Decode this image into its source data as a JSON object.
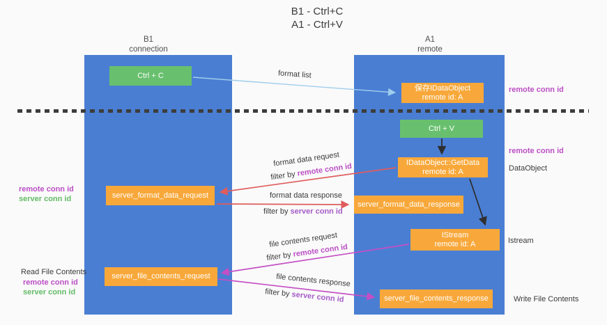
{
  "title": {
    "line1": "B1 - Ctrl+C",
    "line2": "A1 - Ctrl+V"
  },
  "columns": {
    "left": {
      "name": "B1",
      "role": "connection"
    },
    "right": {
      "name": "A1",
      "role": "remote"
    }
  },
  "nodes": {
    "ctrl_c": "Ctrl + C",
    "ctrl_v": "Ctrl + V",
    "save_dataobject": {
      "line1": "保存IDataObject",
      "line2": "remote id: A"
    },
    "getdata": {
      "line1": "IDataObject::GetData",
      "line2": "remote id: A"
    },
    "istream": {
      "line1": "IStream",
      "line2": "remote id: A"
    },
    "format_request": "server_format_data_request",
    "format_response": "server_format_data_response",
    "file_request": "server_file_contents_request",
    "file_response": "server_file_contents_response"
  },
  "edge_labels": {
    "format_list": "format list",
    "format_data_request": "format data request",
    "filter_remote_1": {
      "prefix": "filter by ",
      "id": "remote conn id"
    },
    "format_data_response": "format data response",
    "filter_server_1": {
      "prefix": "filter by ",
      "id": "server conn id"
    },
    "file_contents_request": "file contents request",
    "filter_remote_2": {
      "prefix": "filter by ",
      "id": "remote conn id"
    },
    "file_contents_response": "file contents response",
    "filter_server_2": {
      "prefix": "filter by ",
      "id": "server conn id"
    }
  },
  "side_labels": {
    "left_remote_conn_1": "remote conn id",
    "left_server_conn_1": "server conn id",
    "read_file": "Read File Contents",
    "left_remote_conn_2": "remote conn id",
    "left_server_conn_2": "server conn id",
    "right_remote_conn_1": "remote conn id",
    "right_remote_conn_2": "remote conn id",
    "dataobject": "DataObject",
    "istream": "Istream",
    "write_file": "Write File Contents"
  },
  "colors": {
    "column_blue": "#4a7ed3",
    "box_orange": "#f8a83a",
    "box_green": "#68c06e",
    "arrow_light_blue": "#9fcdec",
    "arrow_black": "#2f2f2f",
    "arrow_red": "#e05c5c",
    "arrow_magenta": "#c44fc4",
    "text_remote_magenta": "#bb4fc4",
    "text_server_purple": "#a55cc8",
    "text_server_green": "#62bb66"
  }
}
